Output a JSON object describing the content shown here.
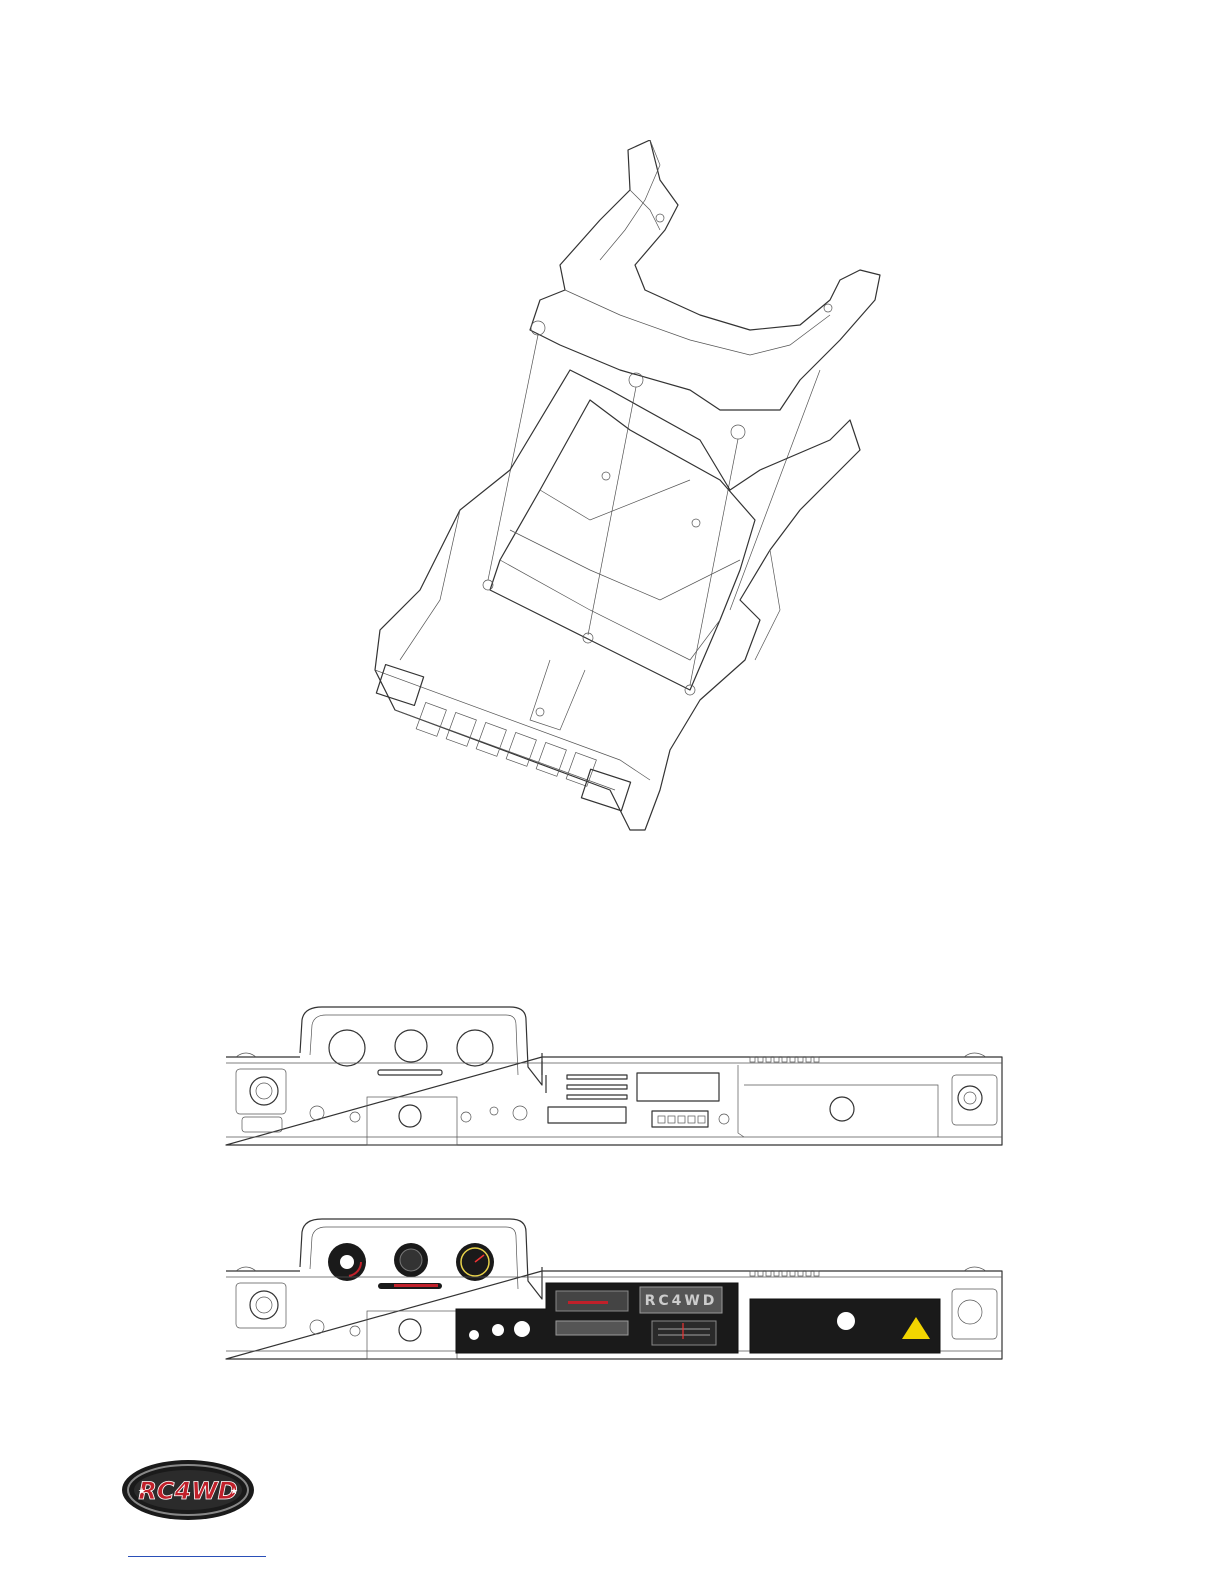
{
  "page": {
    "document_title": "",
    "figure_top": {
      "label": "exploded-interior-tub-and-dash-hood"
    },
    "figure_mid": {
      "label": "dashboard-front-view-unpainted"
    },
    "figure_bottom": {
      "label": "dashboard-front-view-with-decals"
    }
  },
  "decals": {
    "radio_logo": "RC4WD"
  },
  "footer": {
    "brand_logo": "RC4WD",
    "link_text": ""
  },
  "colors": {
    "line": "#333333",
    "decal_black": "#1a1a1a",
    "logo_red": "#c0202a",
    "warning_yellow": "#f2d500",
    "link_blue": "#2a4fb8"
  }
}
